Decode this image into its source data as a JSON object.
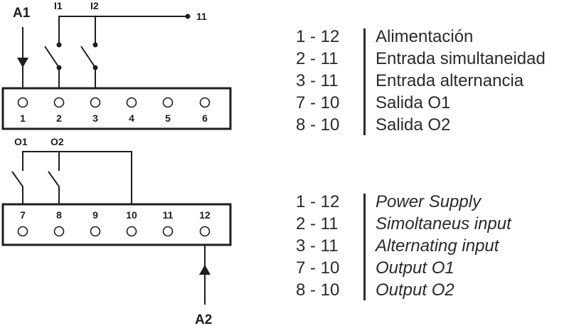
{
  "diagram": {
    "power_labels": {
      "a1": "A1",
      "a2": "A2"
    },
    "input_labels": {
      "i1": "I1",
      "i2": "I2",
      "common": "11"
    },
    "output_labels": {
      "o1": "O1",
      "o2": "O2"
    },
    "top_terminals": [
      "1",
      "2",
      "3",
      "4",
      "5",
      "6"
    ],
    "bottom_terminals": [
      "7",
      "8",
      "9",
      "10",
      "11",
      "12"
    ],
    "line_color": "#1e1e1e"
  },
  "legend_es": {
    "rows": [
      {
        "pair": "1 - 12",
        "desc": "Alimentación"
      },
      {
        "pair": "2 - 11",
        "desc": "Entrada simultaneidad"
      },
      {
        "pair": "3 - 11",
        "desc": "Entrada alternancia"
      },
      {
        "pair": "7 - 10",
        "desc": "Salida O1"
      },
      {
        "pair": "8 - 10",
        "desc": "Salida O2"
      }
    ]
  },
  "legend_en": {
    "rows": [
      {
        "pair": "1 - 12",
        "desc": "Power Supply"
      },
      {
        "pair": "2 - 11",
        "desc": "Simoltaneus input"
      },
      {
        "pair": "3 - 11",
        "desc": "Alternating input"
      },
      {
        "pair": "7 - 10",
        "desc": "Output O1"
      },
      {
        "pair": "8 - 10",
        "desc": "Output O2"
      }
    ]
  }
}
